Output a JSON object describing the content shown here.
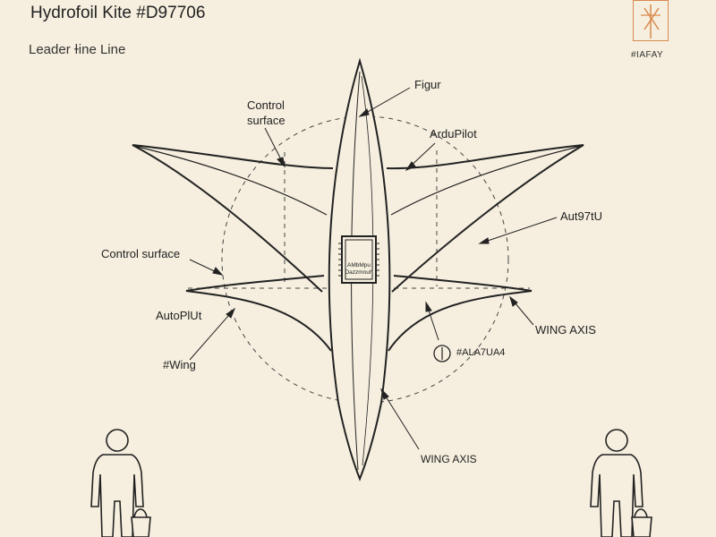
{
  "header": {
    "title": "Hydrofoil Kite #D97706",
    "subtitle": "Leader ɫine Line"
  },
  "logo": {
    "icon": "kite-logo-icon",
    "caption": "#IAFAY",
    "accent_color": "#D98A4E"
  },
  "labels": {
    "figur": "Figur",
    "control_surface_top_line1": "Control",
    "control_surface_top_line2": "surface",
    "ardupilot": "ArduPilot",
    "auto_right": "Aut97tU",
    "control_surface_left": "Control surface",
    "autopilot_left": "AutoPlUt",
    "wing_left": "#Wing",
    "wing_axis_right": "WING AXIS",
    "symbol_code": "#ALA7UA4",
    "wing_axis_bottom": "WING AXIS",
    "chip_line1": "AMbMpu",
    "chip_line2": "Dazzmnuh"
  },
  "figures": {
    "left_person": "person-with-bucket-icon",
    "right_person": "person-with-bucket-icon"
  },
  "colors": {
    "background": "#F6EFDF",
    "line": "#222222"
  }
}
